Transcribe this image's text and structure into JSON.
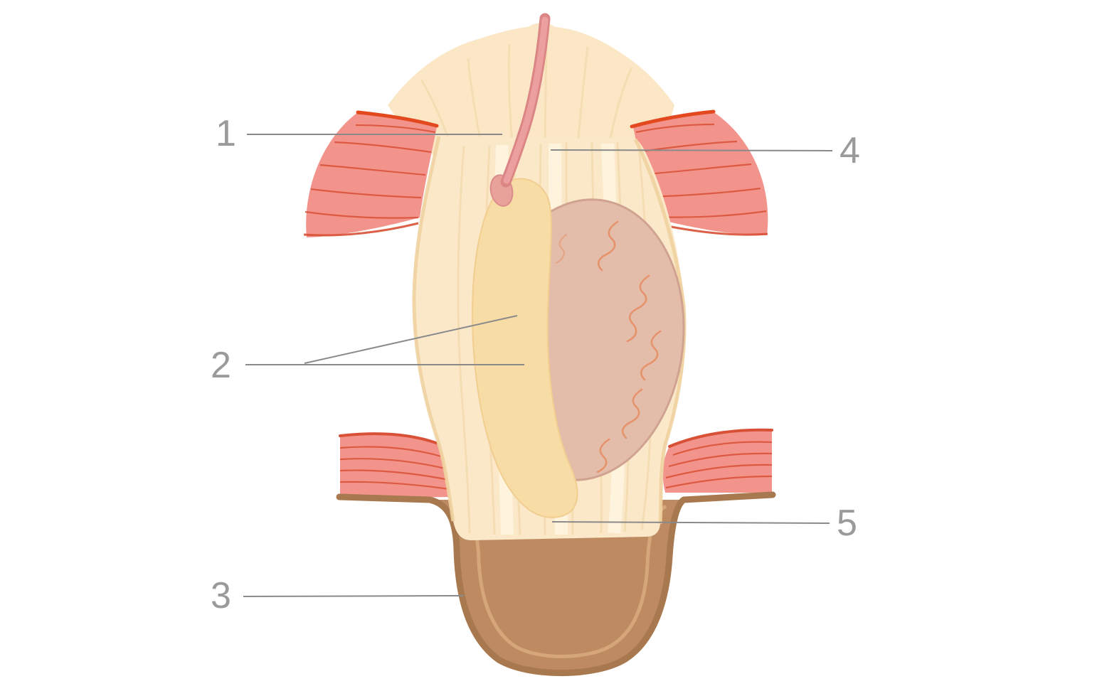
{
  "figure": {
    "labels": [
      {
        "text": "1"
      },
      {
        "text": "2"
      },
      {
        "text": "3"
      },
      {
        "text": "4"
      },
      {
        "text": "5"
      }
    ]
  },
  "colors": {
    "background": "#ffffff",
    "label_text": "#9a9a9a",
    "leader_line": "#8a8a8a",
    "fascia_fan": "#fbe7c5",
    "fascial_sac": "#fbe8c9",
    "sac_stripe": "#f3d9ad",
    "muscle": "#f3948c",
    "muscle_fiber": "#d85035",
    "muscle_cut_edge": "#e2491f",
    "mass": "#e3bcaa",
    "mass_outline": "#d0a390",
    "mass_vessels": "#e68e64",
    "omentum_lobe": "#f8dca6",
    "duct": "#ec9f9f",
    "skin": "#be8a62",
    "skin_outline": "#a8794f",
    "skin_inner_line": "#d6a87c"
  }
}
